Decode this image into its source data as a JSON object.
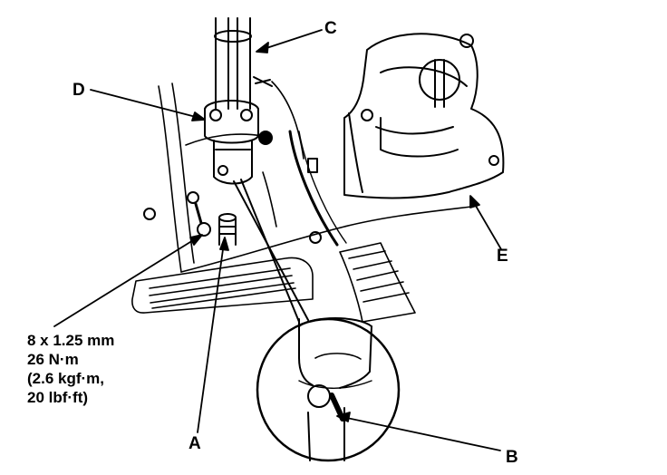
{
  "callouts": {
    "a": "A",
    "b": "B",
    "c": "C",
    "d": "D",
    "e": "E"
  },
  "torque_spec": {
    "bolt_size": "8 x 1.25 mm",
    "torque_nm": "26 N·m",
    "torque_kgf": "(2.6 kgf·m,",
    "torque_lbf": "20 lbf·ft)"
  }
}
